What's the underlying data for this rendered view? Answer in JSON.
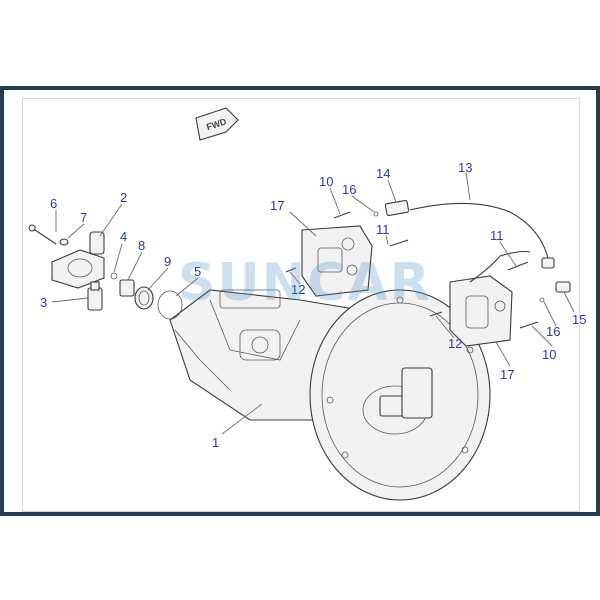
{
  "diagram": {
    "forward_marker": "FWD",
    "watermark": "SUNCAR",
    "callouts": [
      {
        "id": "c1",
        "label": "1"
      },
      {
        "id": "c2",
        "label": "2"
      },
      {
        "id": "c3",
        "label": "3"
      },
      {
        "id": "c4",
        "label": "4"
      },
      {
        "id": "c5",
        "label": "5"
      },
      {
        "id": "c6",
        "label": "6"
      },
      {
        "id": "c7",
        "label": "7"
      },
      {
        "id": "c8",
        "label": "8"
      },
      {
        "id": "c9",
        "label": "9"
      },
      {
        "id": "c10a",
        "label": "10"
      },
      {
        "id": "c10b",
        "label": "10"
      },
      {
        "id": "c11a",
        "label": "11"
      },
      {
        "id": "c11b",
        "label": "11"
      },
      {
        "id": "c12a",
        "label": "12"
      },
      {
        "id": "c12b",
        "label": "12"
      },
      {
        "id": "c13",
        "label": "13"
      },
      {
        "id": "c14",
        "label": "14"
      },
      {
        "id": "c15",
        "label": "15"
      },
      {
        "id": "c16a",
        "label": "16"
      },
      {
        "id": "c16b",
        "label": "16"
      },
      {
        "id": "c17a",
        "label": "17"
      },
      {
        "id": "c17b",
        "label": "17"
      }
    ]
  },
  "colors": {
    "frame": "#1f3e52",
    "callout_text": "#2c3aa8",
    "watermark": "#4a90c8"
  }
}
